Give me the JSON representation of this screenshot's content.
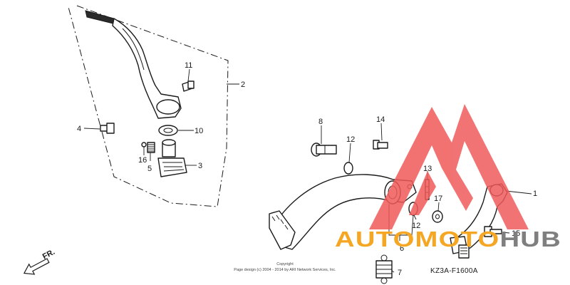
{
  "callouts": {
    "c1": "1",
    "c2": "2",
    "c3": "3",
    "c4": "4",
    "c5": "5",
    "c6": "6",
    "c7": "7",
    "c8": "8",
    "c10": "10",
    "c11": "11",
    "c12a": "12",
    "c12b": "12",
    "c13": "13",
    "c14": "14",
    "c15": "15",
    "c16": "16",
    "c17": "17"
  },
  "direction_label": "FR.",
  "diagram_code": "KZ3A-F1600A",
  "copyright": {
    "line1": "Copyright",
    "line2": "Page design (c) 2004 - 2014 by ARI Network Services, Inc."
  },
  "watermark": {
    "brand": "AUTOMOTOHUB",
    "colors": {
      "red": "#f05a5a",
      "orange": "#f5a623",
      "gray": "#7f7f7f"
    }
  }
}
